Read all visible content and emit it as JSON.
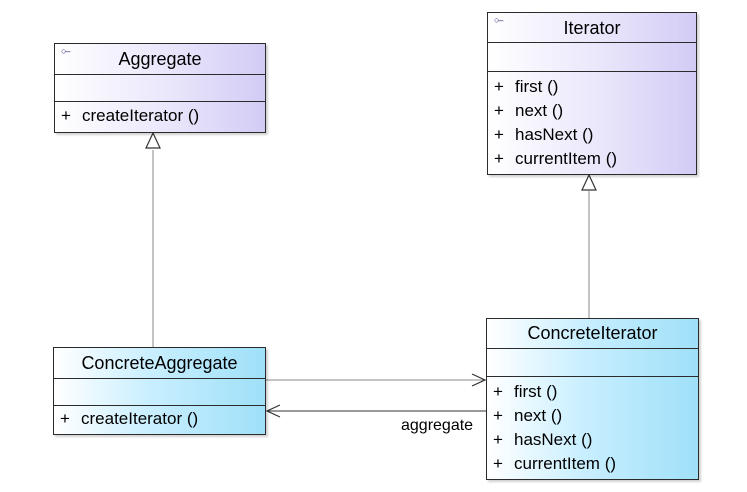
{
  "diagram": {
    "classes": {
      "aggregate": {
        "name": "Aggregate",
        "stereotype_icon": "○–",
        "operations": [
          {
            "visibility": "+",
            "name": "createIterator ()"
          }
        ]
      },
      "iterator": {
        "name": "Iterator",
        "stereotype_icon": "○–",
        "operations": [
          {
            "visibility": "+",
            "name": "first ()"
          },
          {
            "visibility": "+",
            "name": "next ()"
          },
          {
            "visibility": "+",
            "name": "hasNext ()"
          },
          {
            "visibility": "+",
            "name": "currentItem ()"
          }
        ]
      },
      "concrete_aggregate": {
        "name": "ConcreteAggregate",
        "operations": [
          {
            "visibility": "+",
            "name": "createIterator ()"
          }
        ]
      },
      "concrete_iterator": {
        "name": "ConcreteIterator",
        "operations": [
          {
            "visibility": "+",
            "name": "first ()"
          },
          {
            "visibility": "+",
            "name": "next ()"
          },
          {
            "visibility": "+",
            "name": "hasNext ()"
          },
          {
            "visibility": "+",
            "name": "currentItem ()"
          }
        ]
      }
    },
    "relations": {
      "association_label": "aggregate"
    },
    "colors": {
      "abstract_fill": "#d2ccf5",
      "concrete_fill": "#9fe0f8",
      "border": "#2b2b2b",
      "line": "#8a8a8a",
      "arrow": "#333333"
    }
  }
}
